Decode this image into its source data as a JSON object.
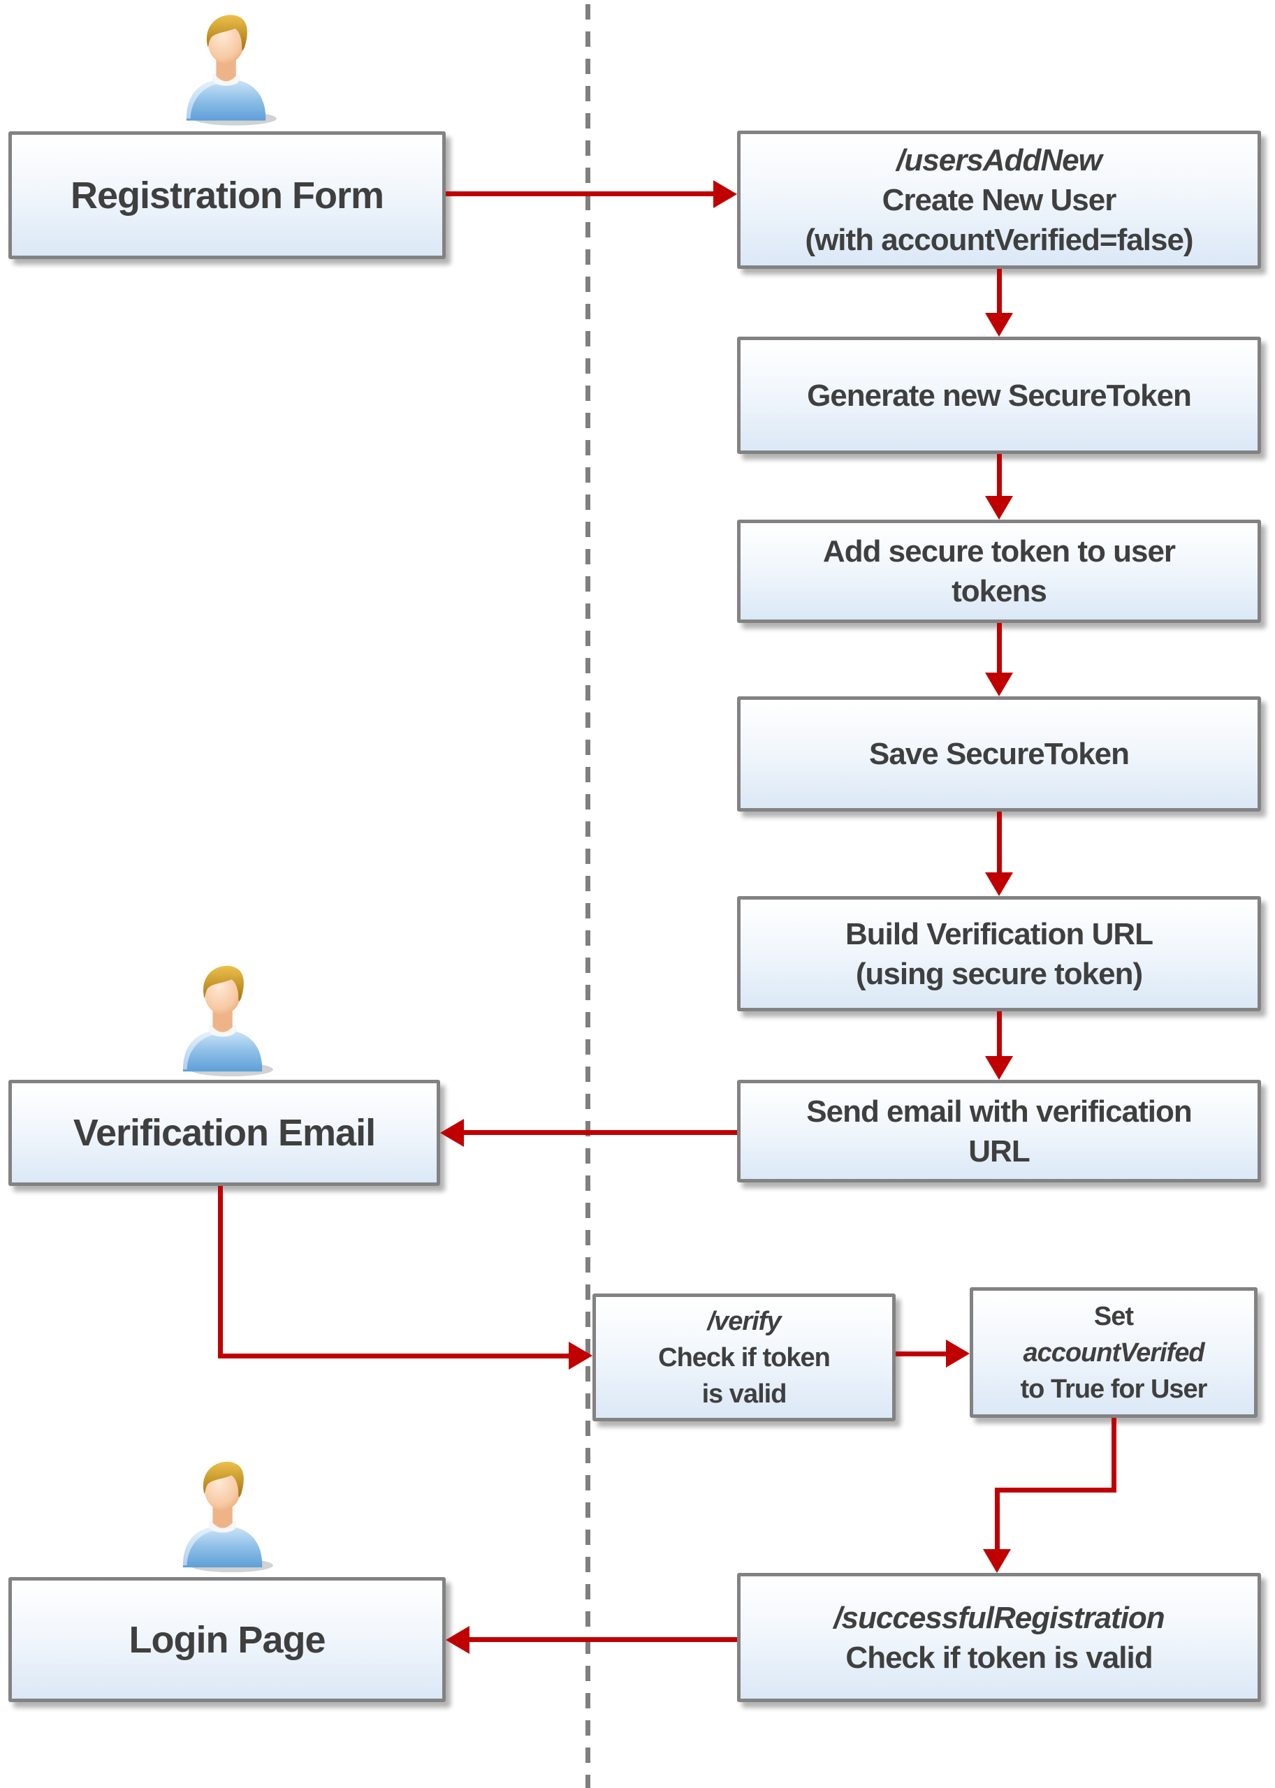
{
  "diagram": {
    "nodes": {
      "registration_form": {
        "label": "Registration Form",
        "icon": "person-icon"
      },
      "users_add_new": {
        "lines": [
          "/usersAddNew",
          "Create New User",
          "(with accountVerified=false)"
        ]
      },
      "generate_secure_token": {
        "lines": [
          "Generate new SecureToken"
        ]
      },
      "add_secure_token": {
        "lines": [
          "Add secure token to user",
          "tokens"
        ]
      },
      "save_secure_token": {
        "lines": [
          "Save SecureToken"
        ]
      },
      "build_verification_url": {
        "lines": [
          "Build Verification URL",
          "(using secure token)"
        ]
      },
      "send_email": {
        "lines": [
          "Send email with verification",
          "URL"
        ]
      },
      "verification_email": {
        "label": "Verification Email",
        "icon": "person-icon"
      },
      "verify": {
        "lines": [
          "/verify",
          "Check if token",
          "is valid"
        ]
      },
      "set_account_verified": {
        "lines": [
          "Set",
          "accountVerifed",
          "to True for User"
        ]
      },
      "login_page": {
        "label": "Login Page",
        "icon": "person-icon"
      },
      "successful_registration": {
        "lines": [
          "/successfulRegistration",
          "Check if token is valid"
        ]
      }
    },
    "edges": [
      {
        "from": "registration_form",
        "to": "users_add_new"
      },
      {
        "from": "users_add_new",
        "to": "generate_secure_token"
      },
      {
        "from": "generate_secure_token",
        "to": "add_secure_token"
      },
      {
        "from": "add_secure_token",
        "to": "save_secure_token"
      },
      {
        "from": "save_secure_token",
        "to": "build_verification_url"
      },
      {
        "from": "build_verification_url",
        "to": "send_email"
      },
      {
        "from": "send_email",
        "to": "verification_email"
      },
      {
        "from": "verification_email",
        "to": "verify"
      },
      {
        "from": "verify",
        "to": "set_account_verified"
      },
      {
        "from": "set_account_verified",
        "to": "successful_registration"
      },
      {
        "from": "successful_registration",
        "to": "login_page"
      }
    ],
    "colors": {
      "arrow": "#c00000",
      "box_border": "#828282",
      "box_fill_top": "#ffffff",
      "box_fill_bottom": "#dbe8f6",
      "text": "#3f3f3f",
      "divider": "#7f7f7f"
    }
  }
}
